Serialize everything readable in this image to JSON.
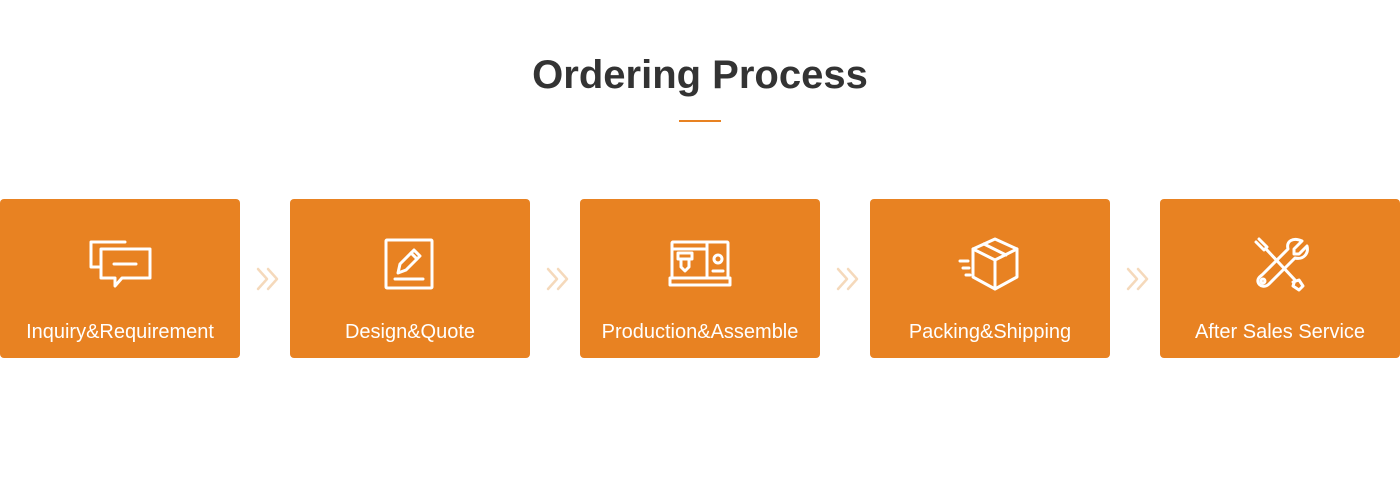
{
  "header": {
    "title": "Ordering Process"
  },
  "colors": {
    "accent": "#e88222",
    "title_text": "#333333",
    "chevron": "#f5d9bb"
  },
  "steps": [
    {
      "label": "Inquiry&Requirement",
      "icon": "chat-bubbles-icon"
    },
    {
      "label": "Design&Quote",
      "icon": "pencil-document-icon"
    },
    {
      "label": "Production&Assemble",
      "icon": "machine-icon"
    },
    {
      "label": "Packing&Shipping",
      "icon": "shipping-box-icon"
    },
    {
      "label": "After Sales Service",
      "icon": "wrench-screwdriver-icon"
    }
  ]
}
